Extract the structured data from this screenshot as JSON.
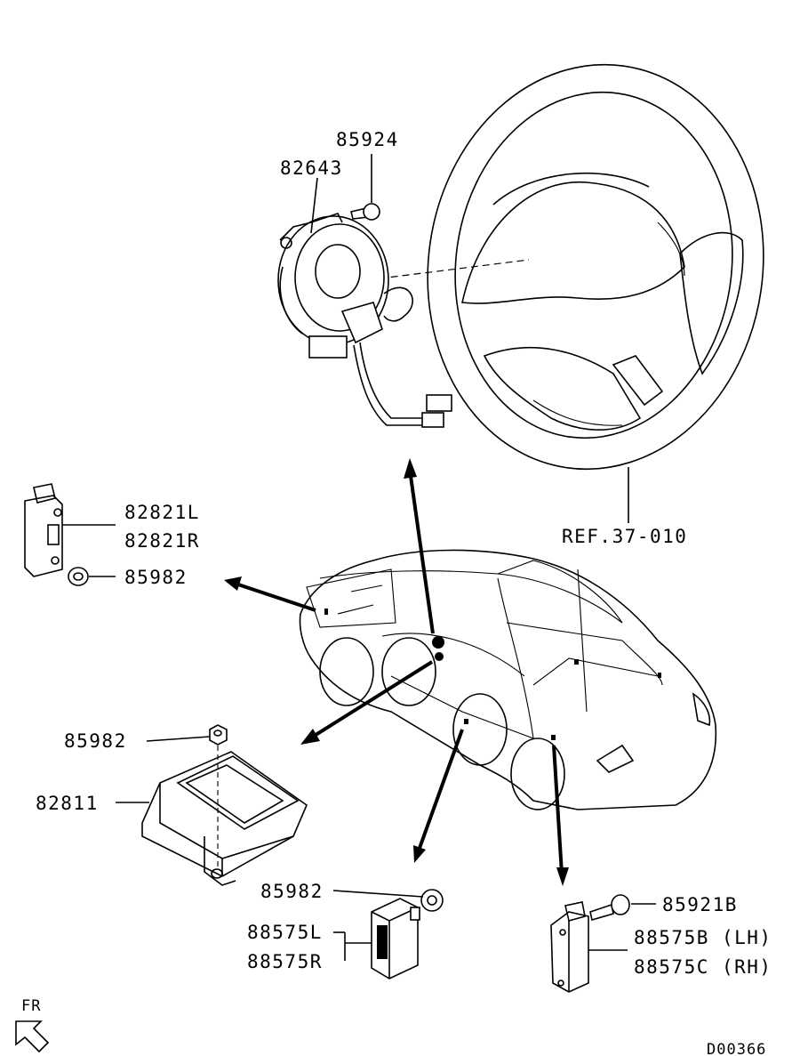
{
  "labels": {
    "clock_spring_screw": "85924",
    "clock_spring": "82643",
    "steering_ref": "REF.37-010",
    "sensor_left": "82821L",
    "sensor_right": "82821R",
    "nut_upper": "85982",
    "nut_unit": "85982",
    "sra_unit": "82811",
    "nut_side_sensor": "85982",
    "side_sensor_left": "88575L",
    "side_sensor_right": "88575R",
    "bolt_rear_sensor": "85921B",
    "rear_sensor_lh": "88575B (LH)",
    "rear_sensor_rh": "88575C (RH)",
    "front_indicator": "FR",
    "diagram_code": "D00366"
  }
}
